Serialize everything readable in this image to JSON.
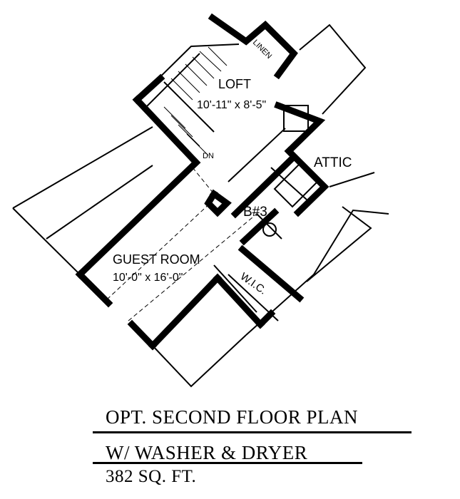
{
  "rooms": {
    "loft": {
      "name": "LOFT",
      "dims": "10'-11\" x 8'-5\""
    },
    "linen": "LINEN",
    "attic": "ATTIC",
    "bath": "B#3",
    "guest": {
      "name": "GUEST ROOM",
      "dims": "10'-0\" x 16'-0\""
    },
    "wic": "W.I.C.",
    "stair_dn": "DN"
  },
  "title": {
    "line1": "OPT. SECOND FLOOR PLAN",
    "line2": "W/ WASHER & DRYER",
    "area": "382 SQ. FT."
  }
}
